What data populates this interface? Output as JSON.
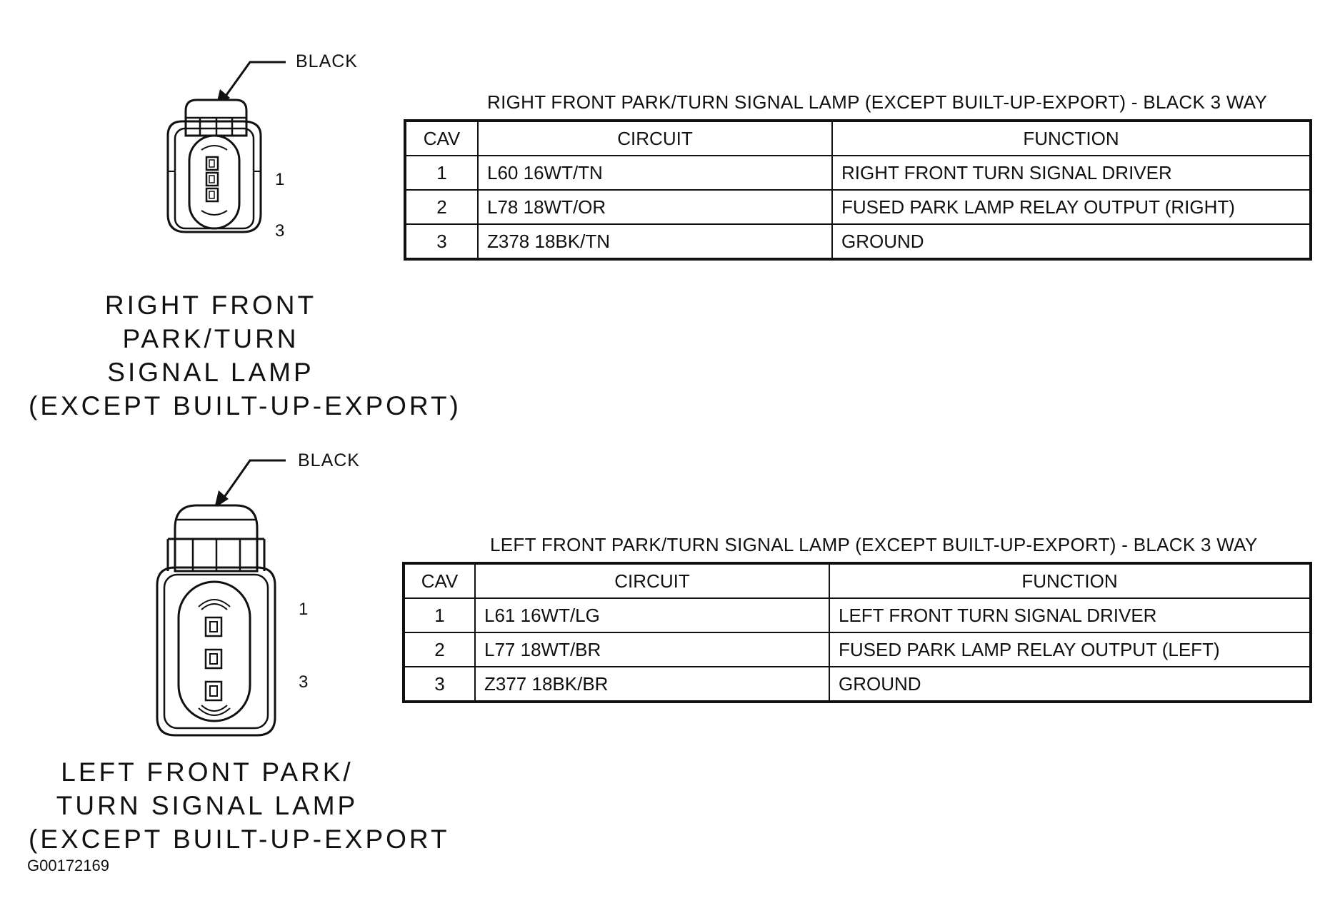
{
  "connectors": [
    {
      "color_label": "BLACK",
      "cavity_top": "1",
      "cavity_bottom": "3",
      "caption": [
        "RIGHT FRONT",
        "PARK/TURN",
        "SIGNAL LAMP",
        "(EXCEPT BUILT-UP-EXPORT)"
      ]
    },
    {
      "color_label": "BLACK",
      "cavity_top": "1",
      "cavity_bottom": "3",
      "caption": [
        "LEFT FRONT PARK/",
        "TURN SIGNAL LAMP",
        "(EXCEPT BUILT-UP-EXPORT"
      ]
    }
  ],
  "tables": [
    {
      "title": "RIGHT FRONT PARK/TURN SIGNAL LAMP (EXCEPT BUILT-UP-EXPORT) - BLACK 3 WAY",
      "headers": [
        "CAV",
        "CIRCUIT",
        "FUNCTION"
      ],
      "rows": [
        {
          "cav": "1",
          "circuit": "L60 16WT/TN",
          "function": "RIGHT FRONT TURN SIGNAL DRIVER"
        },
        {
          "cav": "2",
          "circuit": "L78 18WT/OR",
          "function": "FUSED PARK LAMP RELAY OUTPUT (RIGHT)"
        },
        {
          "cav": "3",
          "circuit": "Z378 18BK/TN",
          "function": "GROUND"
        }
      ]
    },
    {
      "title": "LEFT FRONT PARK/TURN SIGNAL LAMP (EXCEPT BUILT-UP-EXPORT) - BLACK 3 WAY",
      "headers": [
        "CAV",
        "CIRCUIT",
        "FUNCTION"
      ],
      "rows": [
        {
          "cav": "1",
          "circuit": "L61 16WT/LG",
          "function": "LEFT FRONT TURN SIGNAL DRIVER"
        },
        {
          "cav": "2",
          "circuit": "L77 18WT/BR",
          "function": "FUSED PARK LAMP RELAY OUTPUT (LEFT)"
        },
        {
          "cav": "3",
          "circuit": "Z377 18BK/BR",
          "function": "GROUND"
        }
      ]
    }
  ],
  "figure_id": "G00172169"
}
